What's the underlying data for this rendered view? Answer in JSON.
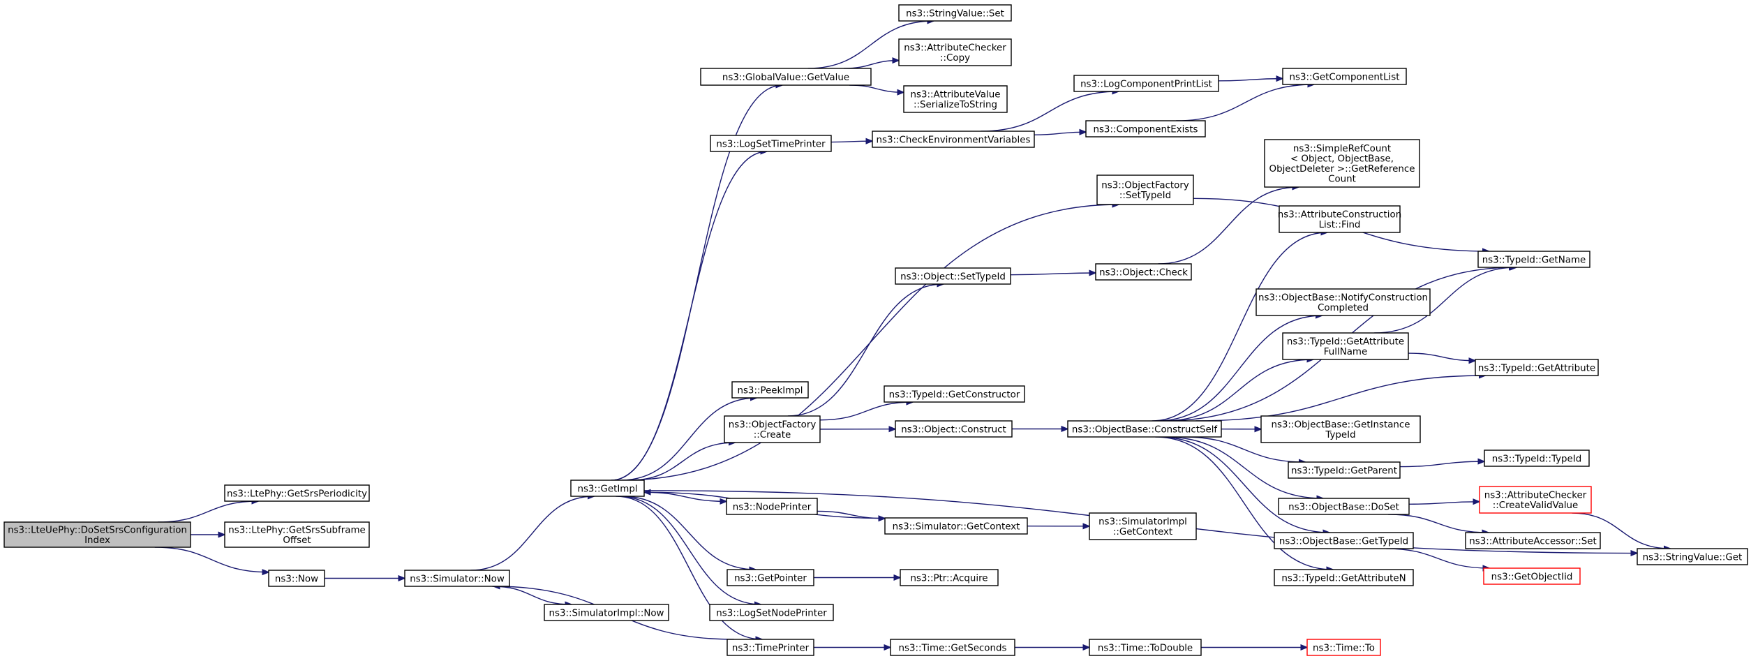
{
  "colors": {
    "edge": "#191970",
    "root_fill": "#bfbfbf",
    "truncated_border": "#ff0000"
  },
  "nodes": [
    {
      "id": "root",
      "lines": [
        "ns3::LteUePhy::DoSetSrsConfiguration",
        "Index"
      ],
      "kind": "root"
    },
    {
      "id": "getSrsPeriodicity",
      "lines": [
        "ns3::LtePhy::GetSrsPeriodicity"
      ]
    },
    {
      "id": "getSrsSubframeOffset",
      "lines": [
        "ns3::LtePhy::GetSrsSubframe",
        "Offset"
      ]
    },
    {
      "id": "now",
      "lines": [
        "ns3::Now"
      ]
    },
    {
      "id": "simNow",
      "lines": [
        "ns3::Simulator::Now"
      ]
    },
    {
      "id": "simImplNow",
      "lines": [
        "ns3::SimulatorImpl::Now"
      ]
    },
    {
      "id": "getImpl",
      "lines": [
        "ns3::GetImpl"
      ]
    },
    {
      "id": "globalGetValue",
      "lines": [
        "ns3::GlobalValue::GetValue"
      ]
    },
    {
      "id": "stringValueSet",
      "lines": [
        "ns3::StringValue::Set"
      ]
    },
    {
      "id": "attrCheckerCopy",
      "lines": [
        "ns3::AttributeChecker",
        "::Copy"
      ]
    },
    {
      "id": "attrValueSerialize",
      "lines": [
        "ns3::AttributeValue",
        "::SerializeToString"
      ]
    },
    {
      "id": "logSetTimePrinter",
      "lines": [
        "ns3::LogSetTimePrinter"
      ]
    },
    {
      "id": "checkEnvVars",
      "lines": [
        "ns3::CheckEnvironmentVariables"
      ]
    },
    {
      "id": "logCompPrintList",
      "lines": [
        "ns3::LogComponentPrintList"
      ]
    },
    {
      "id": "getComponentList",
      "lines": [
        "ns3::GetComponentList"
      ]
    },
    {
      "id": "componentExists",
      "lines": [
        "ns3::ComponentExists"
      ]
    },
    {
      "id": "objFactorySetTypeId",
      "lines": [
        "ns3::ObjectFactory",
        "::SetTypeId"
      ]
    },
    {
      "id": "simpleRefCount",
      "lines": [
        "ns3::SimpleRefCount",
        "< Object, ObjectBase,",
        "ObjectDeleter >::GetReference",
        "Count"
      ]
    },
    {
      "id": "attrConstrFind",
      "lines": [
        "ns3::AttributeConstruction",
        "List::Find"
      ]
    },
    {
      "id": "typeIdGetName",
      "lines": [
        "ns3::TypeId::GetName"
      ]
    },
    {
      "id": "objectSetTypeId",
      "lines": [
        "ns3::Object::SetTypeId"
      ]
    },
    {
      "id": "objectCheck",
      "lines": [
        "ns3::Object::Check"
      ]
    },
    {
      "id": "notifyConstr",
      "lines": [
        "ns3::ObjectBase::NotifyConstruction",
        "Completed"
      ]
    },
    {
      "id": "typeIdGetAttrFullName",
      "lines": [
        "ns3::TypeId::GetAttribute",
        "FullName"
      ]
    },
    {
      "id": "typeIdGetAttribute",
      "lines": [
        "ns3::TypeId::GetAttribute"
      ]
    },
    {
      "id": "peekImpl",
      "lines": [
        "ns3::PeekImpl"
      ]
    },
    {
      "id": "typeIdGetConstructor",
      "lines": [
        "ns3::TypeId::GetConstructor"
      ]
    },
    {
      "id": "objFactoryCreate",
      "lines": [
        "ns3::ObjectFactory",
        "::Create"
      ]
    },
    {
      "id": "objectConstruct",
      "lines": [
        "ns3::Object::Construct"
      ]
    },
    {
      "id": "constructSelf",
      "lines": [
        "ns3::ObjectBase::ConstructSelf"
      ]
    },
    {
      "id": "getInstanceTypeId",
      "lines": [
        "ns3::ObjectBase::GetInstance",
        "TypeId"
      ]
    },
    {
      "id": "typeIdGetParent",
      "lines": [
        "ns3::TypeId::GetParent"
      ]
    },
    {
      "id": "typeIdTypeId",
      "lines": [
        "ns3::TypeId::TypeId"
      ]
    },
    {
      "id": "nodePrinter",
      "lines": [
        "ns3::NodePrinter"
      ]
    },
    {
      "id": "simGetContext",
      "lines": [
        "ns3::Simulator::GetContext"
      ]
    },
    {
      "id": "simImplGetContext",
      "lines": [
        "ns3::SimulatorImpl",
        "::GetContext"
      ]
    },
    {
      "id": "objBaseDoSet",
      "lines": [
        "ns3::ObjectBase::DoSet"
      ]
    },
    {
      "id": "createValidValue",
      "lines": [
        "ns3::AttributeChecker",
        "::CreateValidValue"
      ],
      "kind": "truncated"
    },
    {
      "id": "attrAccessorSet",
      "lines": [
        "ns3::AttributeAccessor::Set"
      ]
    },
    {
      "id": "stringValueGet",
      "lines": [
        "ns3::StringValue::Get"
      ]
    },
    {
      "id": "objBaseGetTypeId",
      "lines": [
        "ns3::ObjectBase::GetTypeId"
      ]
    },
    {
      "id": "getObjectIid",
      "lines": [
        "ns3::GetObjectIid"
      ],
      "kind": "truncated"
    },
    {
      "id": "getPointer",
      "lines": [
        "ns3::GetPointer"
      ]
    },
    {
      "id": "ptrAcquire",
      "lines": [
        "ns3::Ptr::Acquire"
      ]
    },
    {
      "id": "typeIdGetAttributeN",
      "lines": [
        "ns3::TypeId::GetAttributeN"
      ]
    },
    {
      "id": "logSetNodePrinter",
      "lines": [
        "ns3::LogSetNodePrinter"
      ]
    },
    {
      "id": "timePrinter",
      "lines": [
        "ns3::TimePrinter"
      ]
    },
    {
      "id": "timeGetSeconds",
      "lines": [
        "ns3::Time::GetSeconds"
      ]
    },
    {
      "id": "timeToDouble",
      "lines": [
        "ns3::Time::ToDouble"
      ]
    },
    {
      "id": "timeTo",
      "lines": [
        "ns3::Time::To"
      ],
      "kind": "truncated"
    }
  ],
  "edges": [
    [
      "root",
      "getSrsPeriodicity"
    ],
    [
      "root",
      "getSrsSubframeOffset"
    ],
    [
      "root",
      "now"
    ],
    [
      "now",
      "simNow"
    ],
    [
      "simNow",
      "getImpl"
    ],
    [
      "simNow",
      "simImplNow"
    ],
    [
      "getImpl",
      "globalGetValue"
    ],
    [
      "getImpl",
      "logSetTimePrinter"
    ],
    [
      "getImpl",
      "objFactorySetTypeId"
    ],
    [
      "getImpl",
      "peekImpl"
    ],
    [
      "getImpl",
      "objFactoryCreate"
    ],
    [
      "getImpl",
      "nodePrinter"
    ],
    [
      "getImpl",
      "getPointer"
    ],
    [
      "getImpl",
      "logSetNodePrinter"
    ],
    [
      "getImpl",
      "timePrinter"
    ],
    [
      "getImpl",
      "stringValueGet"
    ],
    [
      "globalGetValue",
      "stringValueSet"
    ],
    [
      "globalGetValue",
      "attrCheckerCopy"
    ],
    [
      "globalGetValue",
      "attrValueSerialize"
    ],
    [
      "logSetTimePrinter",
      "checkEnvVars"
    ],
    [
      "checkEnvVars",
      "logCompPrintList"
    ],
    [
      "checkEnvVars",
      "componentExists"
    ],
    [
      "logCompPrintList",
      "getComponentList"
    ],
    [
      "componentExists",
      "getComponentList"
    ],
    [
      "objFactorySetTypeId",
      "typeIdGetName"
    ],
    [
      "objFactoryCreate",
      "objectSetTypeId"
    ],
    [
      "objFactoryCreate",
      "typeIdGetConstructor"
    ],
    [
      "objFactoryCreate",
      "objectConstruct"
    ],
    [
      "objectSetTypeId",
      "objectCheck"
    ],
    [
      "objectCheck",
      "simpleRefCount"
    ],
    [
      "objectConstruct",
      "constructSelf"
    ],
    [
      "constructSelf",
      "attrConstrFind"
    ],
    [
      "constructSelf",
      "typeIdGetName"
    ],
    [
      "constructSelf",
      "notifyConstr"
    ],
    [
      "constructSelf",
      "typeIdGetAttrFullName"
    ],
    [
      "constructSelf",
      "typeIdGetAttribute"
    ],
    [
      "constructSelf",
      "getInstanceTypeId"
    ],
    [
      "constructSelf",
      "typeIdGetParent"
    ],
    [
      "constructSelf",
      "objBaseDoSet"
    ],
    [
      "constructSelf",
      "objBaseGetTypeId"
    ],
    [
      "constructSelf",
      "typeIdGetAttributeN"
    ],
    [
      "typeIdGetAttrFullName",
      "typeIdGetName"
    ],
    [
      "typeIdGetAttrFullName",
      "typeIdGetAttribute"
    ],
    [
      "typeIdGetParent",
      "typeIdTypeId"
    ],
    [
      "objBaseDoSet",
      "createValidValue"
    ],
    [
      "objBaseDoSet",
      "attrAccessorSet"
    ],
    [
      "createValidValue",
      "stringValueGet"
    ],
    [
      "objBaseGetTypeId",
      "getObjectIid"
    ],
    [
      "nodePrinter",
      "simGetContext"
    ],
    [
      "simGetContext",
      "getImpl"
    ],
    [
      "simGetContext",
      "simImplGetContext"
    ],
    [
      "getPointer",
      "ptrAcquire"
    ],
    [
      "timePrinter",
      "simNow"
    ],
    [
      "timePrinter",
      "timeGetSeconds"
    ],
    [
      "timeGetSeconds",
      "timeToDouble"
    ],
    [
      "timeToDouble",
      "timeTo"
    ]
  ]
}
